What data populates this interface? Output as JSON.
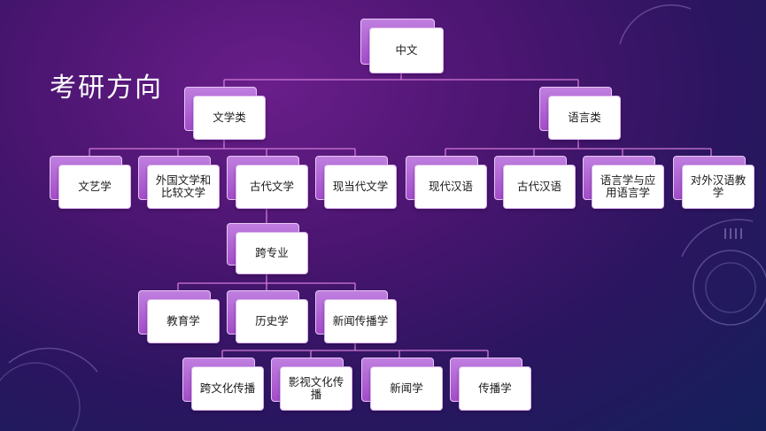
{
  "slide": {
    "title": "考研方向"
  },
  "tree": {
    "root": "中文",
    "literature": "文学类",
    "linguistics": "语言类",
    "literature_children": [
      "文艺学",
      "外国文学和比较文学",
      "古代文学",
      "现当代文学"
    ],
    "linguistics_children": [
      "现代汉语",
      "古代汉语",
      "语言学与应用语言学",
      "对外汉语教学"
    ],
    "cross": "跨专业",
    "cross_children": [
      "教育学",
      "历史学",
      "新闻传播学"
    ],
    "journalism_children": [
      "跨文化传播",
      "影视文化传播",
      "新闻学",
      "传播学"
    ]
  }
}
